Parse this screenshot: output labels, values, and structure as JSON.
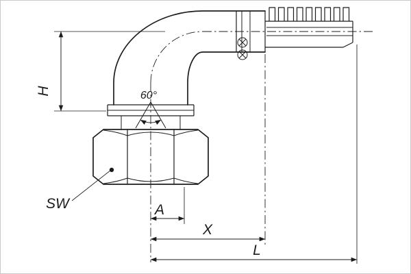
{
  "drawing": {
    "colors": {
      "line": "#1c1c1c",
      "background": "#ffffff",
      "frame": "#c9c9c9"
    },
    "labels": {
      "height": "H",
      "wrench_size": "SW",
      "dim_a": "A",
      "dim_x": "X",
      "dim_l": "L",
      "cone_angle": "60°"
    }
  }
}
